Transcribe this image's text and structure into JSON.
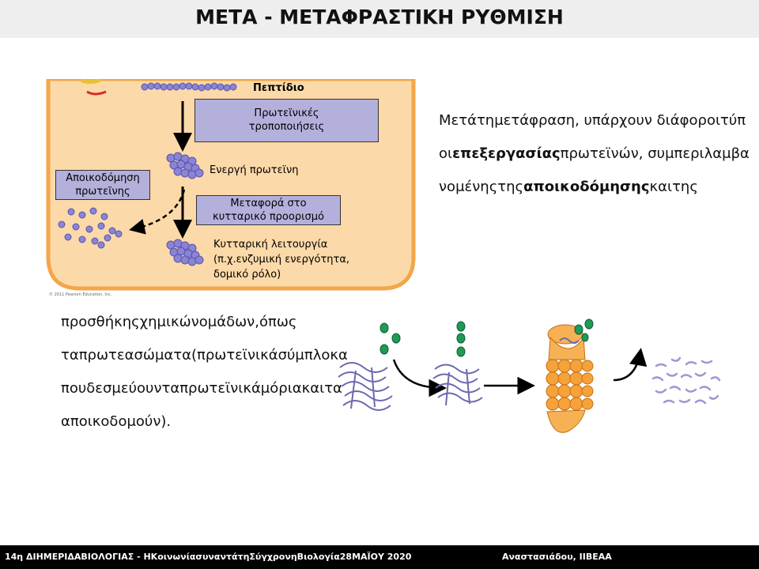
{
  "title": "ΜΕΤΑ - ΜΕΤΑΦΡΑΣΤΙΚΗ ΡΥΘΜΙΣΗ",
  "figure": {
    "peptide": "Πεπτίδιο",
    "modifications_line1": "Πρωτεϊνικές",
    "modifications_line2": "τροποποιήσεις",
    "active_protein": "Ενεργή πρωτεϊνη",
    "degradation_line1": "Αποικοδόμηση",
    "degradation_line2": "πρωτεϊνης",
    "transport_line1": "Μεταφορά στο",
    "transport_line2": "κυτταρικό προορισμό",
    "function_line1": "Κυτταρική λειτουργία",
    "function_line2": "(π.χ.ενζυμική ενεργότητα,",
    "function_line3": "δομικό ρόλο)",
    "copyright": "© 2011 Pearson Education, Inc."
  },
  "right_text": {
    "part1": "Μετάτημετάφραση, υπάρχουν διάφοροιτύποι",
    "bold1": "επεξεργασίας",
    "part2": "πρωτεϊνών, συμπεριλαμβανομένηςτης",
    "bold2": "αποικοδόμησης",
    "part3": "καιτης"
  },
  "bottom_text": {
    "line1": "προσθήκηςχημικώνομάδων,όπως",
    "line2": "ταπρωτεασώματα(πρωτεϊνικάσύμπλοκα",
    "line3": "πουδεσμεύουνταπρωτεϊνικάμόριακαιτα",
    "line4": "αποικοδομούν)."
  },
  "footer": {
    "left": "14η ΔΙΗΜΕΡΙΔΑΒΙΟΛΟΓΙΑΣ - ΗΚοινωνίασυναντάτηΣύγχρονηΒιολογία28ΜΑΪΟΥ 2020",
    "right": "Αναστασιάδου, ΙΙΒΕΑΑ"
  },
  "colors": {
    "cell_fill": "#fcd9a8",
    "cell_border": "#f3a64a",
    "protein": "#8a84d6",
    "box_fill": "#b4b0dc",
    "proteasome": "#f5a23a",
    "ubiquitin": "#1f9a57"
  }
}
